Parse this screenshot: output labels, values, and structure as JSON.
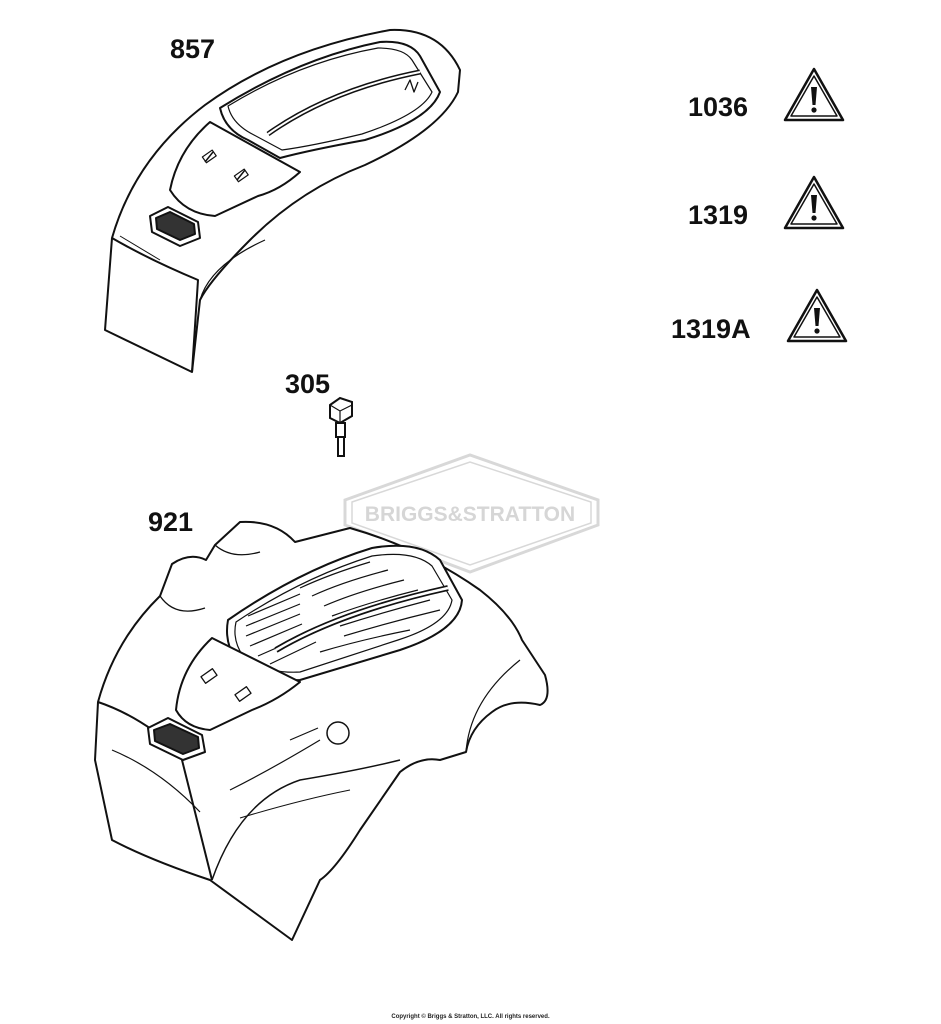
{
  "callouts": {
    "part_857": "857",
    "part_305": "305",
    "part_921": "921",
    "part_1036": "1036",
    "part_1319": "1319",
    "part_1319A": "1319A"
  },
  "watermark": {
    "text": "BRIGGS&STRATTON"
  },
  "footer": {
    "copyright": "Copyright © Briggs & Stratton, LLC. All rights reserved."
  },
  "icons": {
    "warning": "warning-triangle-icon",
    "logo": "briggs-stratton-logo-badge"
  },
  "colors": {
    "line": "#111111",
    "watermark": "#d6d6d6",
    "background": "#ffffff"
  }
}
